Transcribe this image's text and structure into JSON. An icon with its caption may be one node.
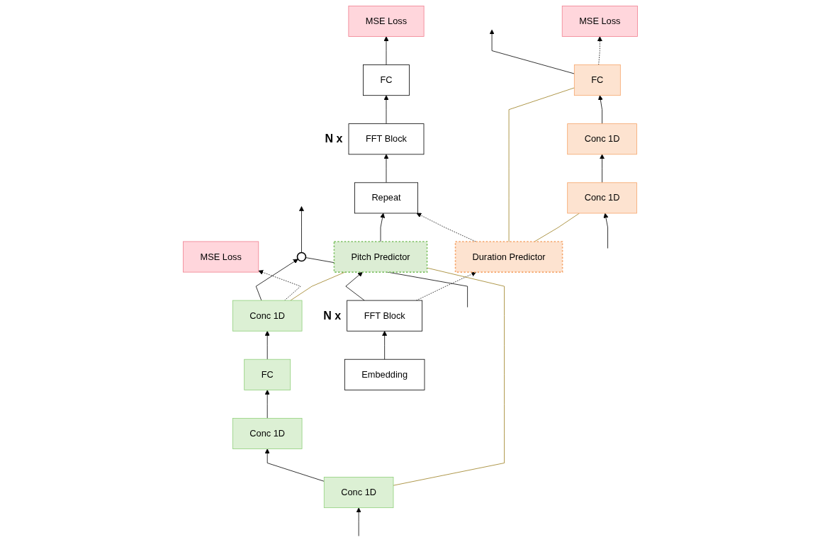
{
  "diagram": {
    "nodes": [
      {
        "text": [
          "MSE Loss"
        ]
      },
      {
        "text": [
          "FC"
        ]
      },
      {
        "text": [
          "FFT Block"
        ],
        "beside": [
          "N x"
        ]
      },
      {
        "text": [
          "Repeat"
        ]
      },
      {
        "text": [
          "Pitch Predictor"
        ]
      },
      {
        "text": [
          "Duration Predictor"
        ]
      },
      {
        "text": [
          "FFT Block"
        ],
        "beside": [
          "N x"
        ]
      },
      {
        "text": [
          "Embedding"
        ]
      },
      {
        "text": [
          "MSE Loss"
        ]
      },
      {
        "text": [
          "Conc 1D"
        ]
      },
      {
        "text": [
          "FC"
        ]
      },
      {
        "text": [
          "Conc 1D"
        ]
      },
      {
        "text": [
          "Conc 1D"
        ]
      },
      {
        "text": [
          "MSE Loss"
        ]
      },
      {
        "text": [
          "FC"
        ]
      },
      {
        "text": [
          "Conc 1D"
        ]
      },
      {
        "text": [
          "Conc 1D"
        ]
      },
      {
        "text": [],
        "shape": "circle"
      }
    ],
    "edges": [
      {
        "from": 7,
        "to": 6,
        "arrow": "to"
      },
      {
        "from": 6,
        "to": 4,
        "arrow": "to"
      },
      {
        "from": 4,
        "to": 3,
        "arrow": "to"
      },
      {
        "from": 3,
        "to": 2,
        "arrow": "to"
      },
      {
        "from": 2,
        "to": 1,
        "arrow": "to"
      },
      {
        "from": 1,
        "to": 0,
        "arrow": "to"
      },
      {
        "from": 6,
        "to": 5,
        "arrow": "to",
        "style": "dashed"
      },
      {
        "from": 5,
        "to": 3,
        "arrow": "to",
        "style": "dashed"
      },
      {
        "from": null,
        "to": 12,
        "arrow": "to"
      },
      {
        "from": 12,
        "to": 11,
        "arrow": "to"
      },
      {
        "from": 11,
        "to": 10,
        "arrow": "to"
      },
      {
        "from": 10,
        "to": 9,
        "arrow": "to"
      },
      {
        "from": 9,
        "to": 17,
        "arrow": "to"
      },
      {
        "from": 9,
        "to": 8,
        "arrow": "to",
        "style": "dashed"
      },
      {
        "from": null,
        "to": 17,
        "arrow": "none"
      },
      {
        "from": 17,
        "to": null,
        "arrow": "to"
      },
      {
        "from": null,
        "to": 16,
        "arrow": "to"
      },
      {
        "from": 16,
        "to": 15,
        "arrow": "to"
      },
      {
        "from": 15,
        "to": 14,
        "arrow": "to"
      },
      {
        "from": 14,
        "to": null,
        "arrow": "to"
      },
      {
        "from": 14,
        "to": 13,
        "arrow": "to",
        "style": "dashed"
      },
      {
        "from": 9,
        "to": 4,
        "arrow": "none",
        "color": "#9a7d1e"
      },
      {
        "from": 12,
        "to": 4,
        "arrow": "none",
        "color": "#9a7d1e"
      },
      {
        "from": 5,
        "to": 14,
        "arrow": "none",
        "color": "#9a7d1e"
      },
      {
        "from": 5,
        "to": 16,
        "arrow": "none",
        "color": "#9a7d1e"
      }
    ]
  }
}
